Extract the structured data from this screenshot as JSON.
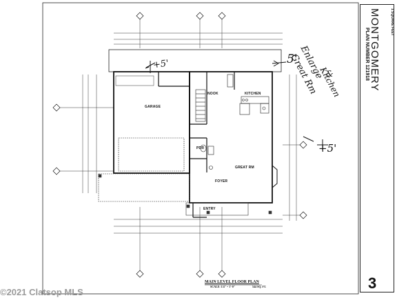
{
  "plan": {
    "title": "MAIN LEVEL FLOOR PLAN",
    "scale": "SCALE: 1/4\" = 1'-0\"",
    "area": "544 SQ. FT.",
    "rooms": {
      "garage": "GARAGE",
      "nook": "NOOK",
      "kitchen": "KITCHEN",
      "great_rm": "GREAT RM",
      "pdr": "PDR",
      "foyer": "FOYER",
      "entry": "ENTRY"
    }
  },
  "annotations": {
    "left_mark": "+5'",
    "top_mark": "5'",
    "note_line1": "Enlarge",
    "note_line2": "Great Rm",
    "note_line3": "&",
    "note_line4": "Kitchen",
    "right_mark": "+5'"
  },
  "titleblock": {
    "plan_name": "MONTGOMERY",
    "plan_number": "PLAN NUMBER 121918",
    "sqft_label": "1 SQUARE FEET",
    "sheet_number": "3"
  },
  "footer": {
    "copyright": "©2021 Clatsop MLS"
  }
}
